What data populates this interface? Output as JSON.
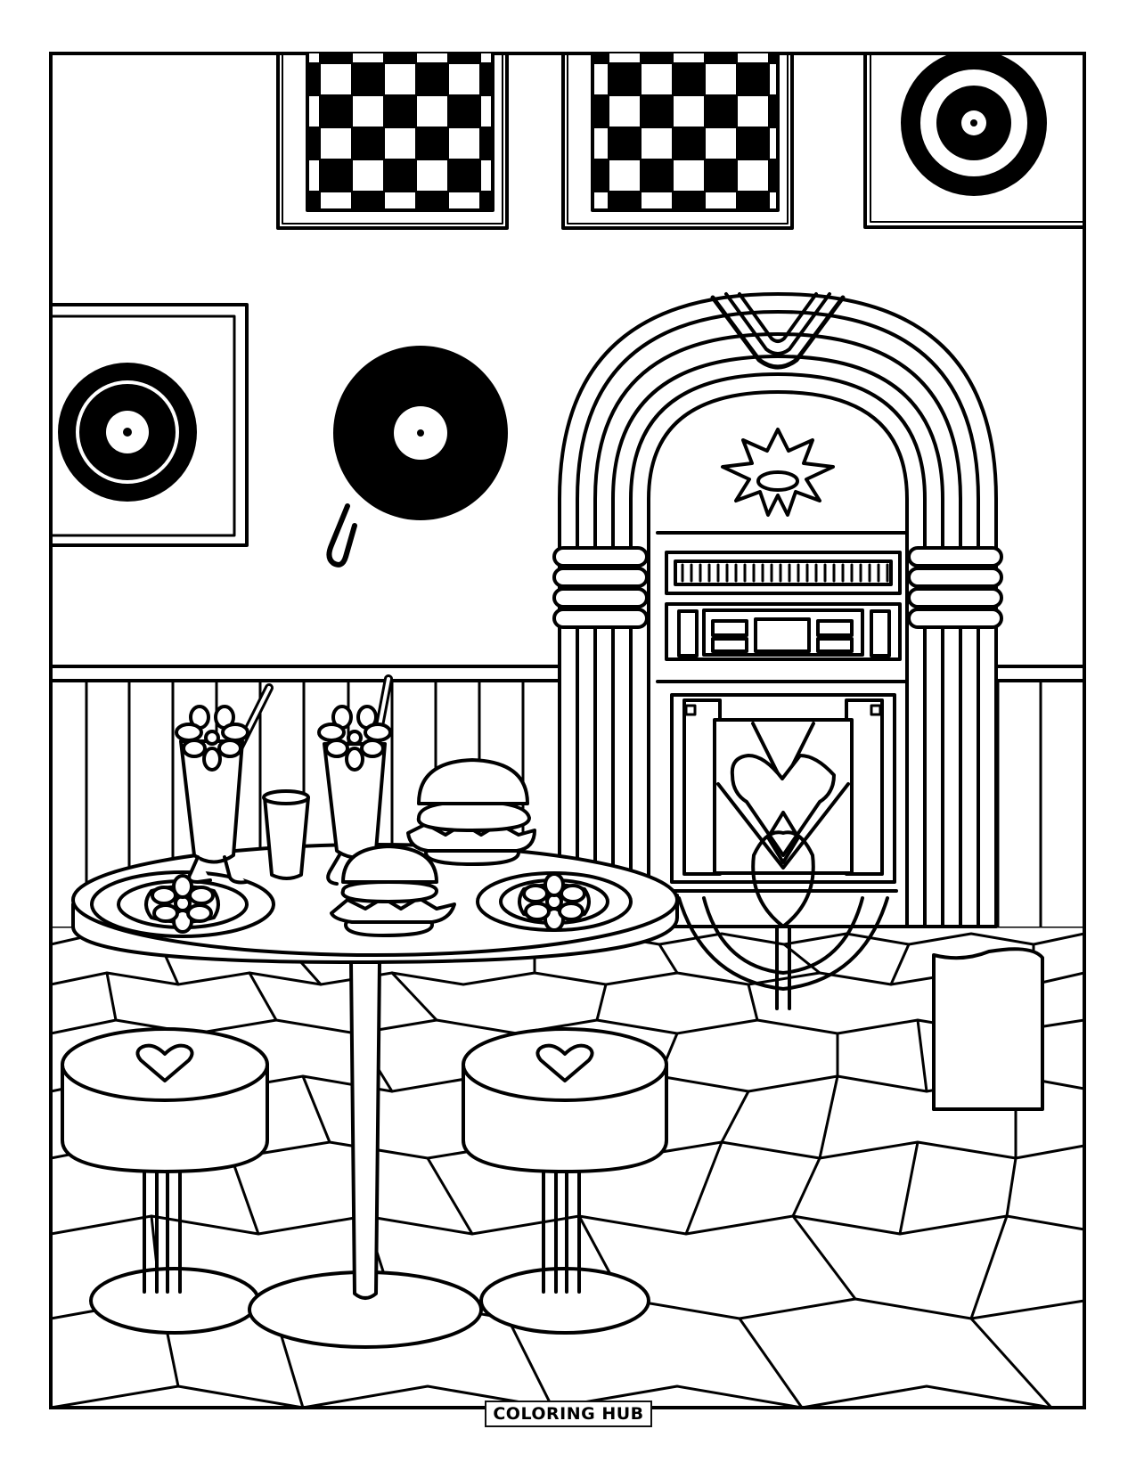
{
  "page": {
    "type": "coloring-page",
    "subject": "retro diner with jukebox",
    "line_color": "#000000",
    "background_color": "#ffffff"
  },
  "brand": {
    "label": "COLORING HUB"
  },
  "scene": {
    "wall_art": [
      "checkerboard-frame",
      "checkerboard-frame",
      "vinyl-record-frame",
      "vinyl-record-frame",
      "vinyl-record-with-handle"
    ],
    "furniture": [
      "jukebox",
      "round-table",
      "stool",
      "stool"
    ],
    "food": [
      "milkshake",
      "milkshake",
      "soda-cup",
      "burger",
      "burger",
      "plate-with-flower",
      "plate-with-flower"
    ],
    "floor": "hexagon-tiles"
  }
}
